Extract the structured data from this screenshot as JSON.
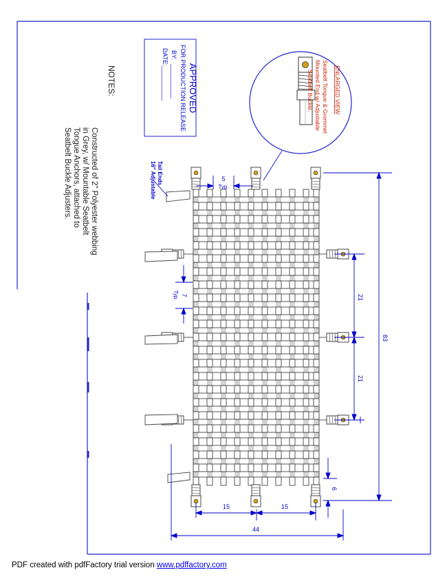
{
  "approval": {
    "title": "APPROVED",
    "subtitle": "FOR PRODUCTION RELEASE",
    "by_label": "BY:",
    "by_blank": "__________",
    "date_label": "DATE:",
    "date_blank": "__________"
  },
  "notes": {
    "heading": "NOTES:",
    "lines": [
      "Constructed of 2\" Polyester webbing",
      "in Grey, w/ Mountable Seatbelt",
      "Tongue Anchors, attached to",
      "Seatbelt Buckle Adjusters."
    ]
  },
  "enlarged": {
    "title": "ENLARGED VIEW",
    "lines": [
      "Seatbelt Tongue & Grommet",
      "Mounted End w/ Adjustable",
      "Seatbelt Buckle."
    ]
  },
  "callouts": {
    "tail_line1": "16\" Adjustable",
    "tail_line2": "Tail Ends"
  },
  "dimensions": {
    "five": "5",
    "five_typ": "Typ.",
    "seven": "7",
    "seven_typ": "Typ.",
    "twentyone_a": "21",
    "twentyone_b": "21",
    "eightythree": "83",
    "six": "6",
    "fifteen_a": "15",
    "fifteen_b": "15",
    "fortyfour": "44"
  },
  "footer": {
    "text": "PDF created with pdfFactory trial version ",
    "link": "www.pdffactory.com"
  },
  "colors": {
    "frame": "#2222cc",
    "dimension": "#0000cc",
    "callout": "#cc2200",
    "webbing": "#444444",
    "grommet": "#d4a017"
  }
}
